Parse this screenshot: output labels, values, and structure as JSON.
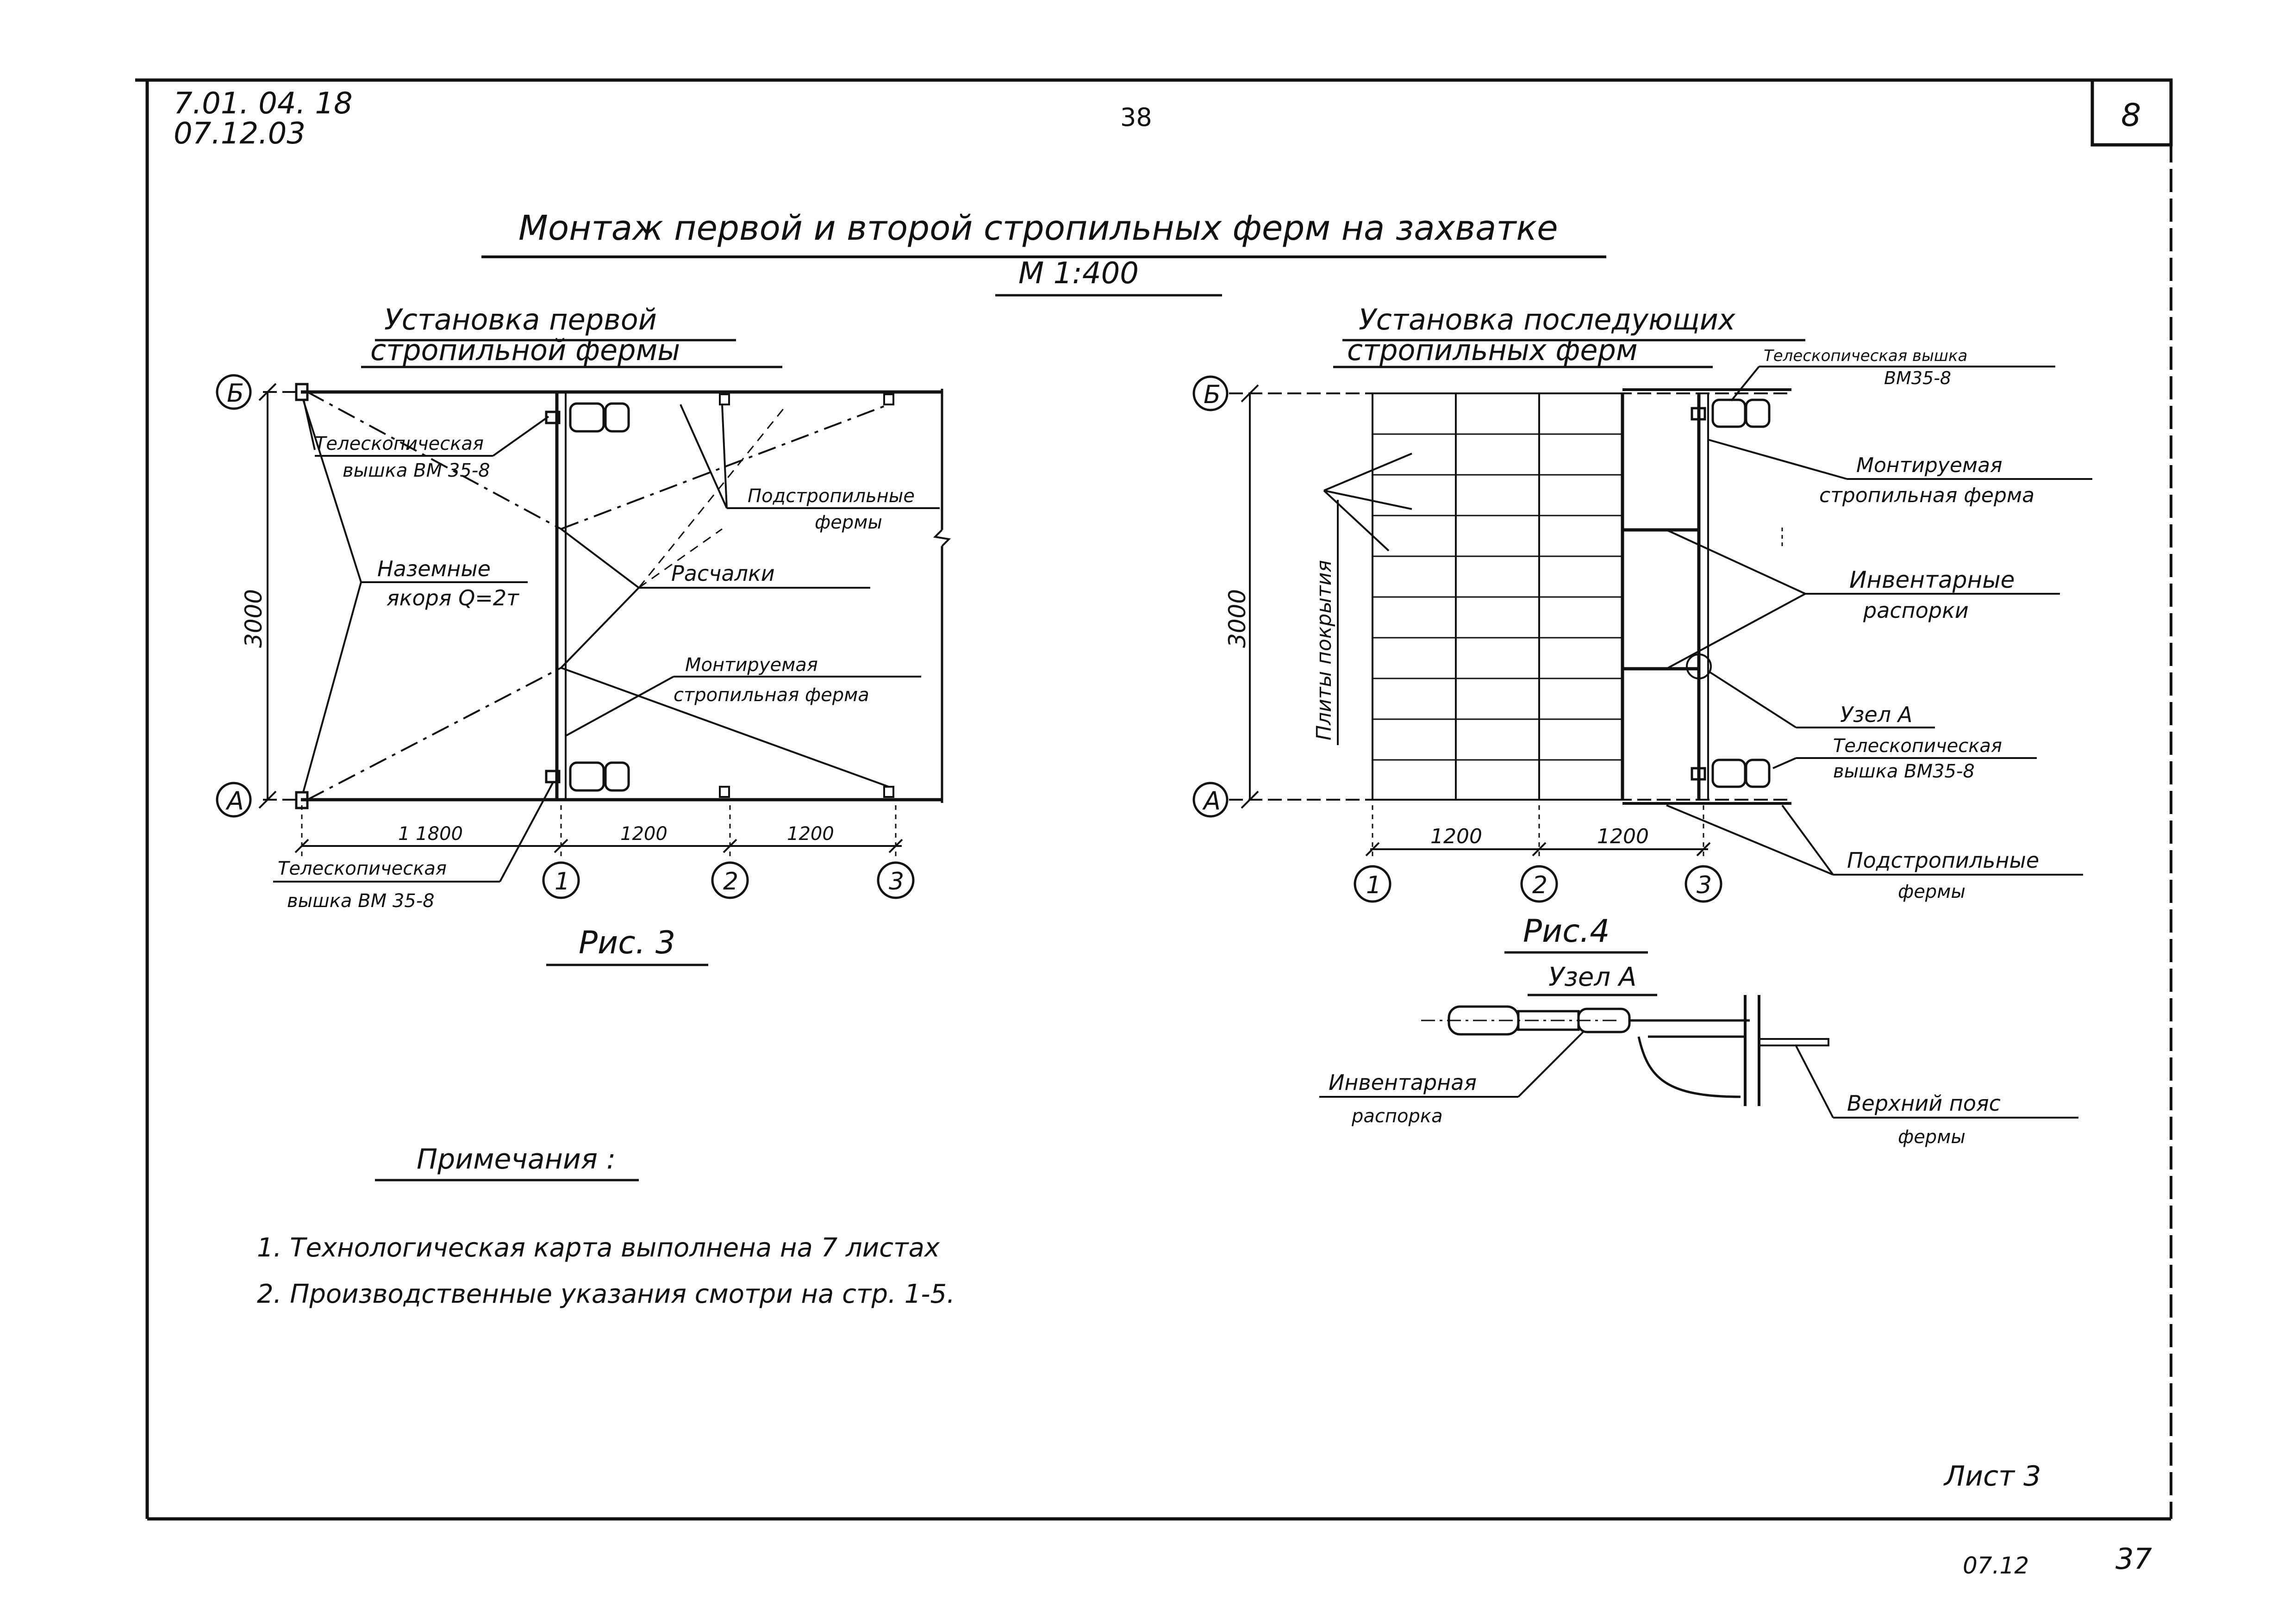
{
  "header": {
    "doc_code_line1": "7.01. 04. 18",
    "doc_code_line2": "07.12.03",
    "page_number": "38",
    "sheet_box_number": "8"
  },
  "title": {
    "main": "Монтаж первой и второй стропильных ферм на захватке",
    "scale": "М 1:400"
  },
  "fig3": {
    "heading_line1": "Установка первой",
    "heading_line2": "стропильной фермы",
    "axis_top": "Б",
    "axis_bottom": "А",
    "axis_col1": "1",
    "axis_col2": "2",
    "axis_col3": "3",
    "dim_vertical": "3000",
    "dim_1": "1 1800",
    "dim_2": "1200",
    "dim_3": "1200",
    "label_tower_top_1": "Телескопическая",
    "label_tower_top_2": "вышка ВМ 35-8",
    "label_substrut_1": "Подстропильные",
    "label_substrut_2": "фермы",
    "label_anchor_1": "Наземные",
    "label_anchor_2": "якоря Q=2т",
    "label_guys": "Расчалки",
    "label_mounted_1": "Монтируемая",
    "label_mounted_2": "стропильная ферма",
    "label_tower_bottom_1": "Телескопическая",
    "label_tower_bottom_2": "вышка ВМ 35-8",
    "caption": "Рис. 3"
  },
  "fig4": {
    "heading_line1": "Установка последующих",
    "heading_line2": "стропильных ферм",
    "axis_top": "Б",
    "axis_bottom": "А",
    "axis_col1": "1",
    "axis_col2": "2",
    "axis_col3": "3",
    "dim_vertical": "3000",
    "dim_1": "1200",
    "dim_2": "1200",
    "label_plates": "Плиты покрытия",
    "label_tower_top_1": "Телескопическая вышка",
    "label_tower_top_2": "ВМ35-8",
    "label_mounted_1": "Монтируемая",
    "label_mounted_2": "стропильная ферма",
    "label_struts_1": "Инвентарные",
    "label_struts_2": "распорки",
    "label_node": "Узел А",
    "label_tower_bottom_1": "Телескопическая",
    "label_tower_bottom_2": "вышка ВМ35-8",
    "label_substrut_1": "Подстропильные",
    "label_substrut_2": "фермы",
    "caption": "Рис.4"
  },
  "node_a": {
    "title": "Узел А",
    "label_strut_1": "Инвентарная",
    "label_strut_2": "распорка",
    "label_chord_1": "Верхний пояс",
    "label_chord_2": "фермы"
  },
  "notes": {
    "heading": "Примечания :",
    "item1": "1. Технологическая карта выполнена на 7 листах",
    "item2": "2. Производственные указания смотри на стр. 1-5."
  },
  "footer": {
    "sheet_label": "Лист 3",
    "code": "07.12",
    "page": "37"
  }
}
